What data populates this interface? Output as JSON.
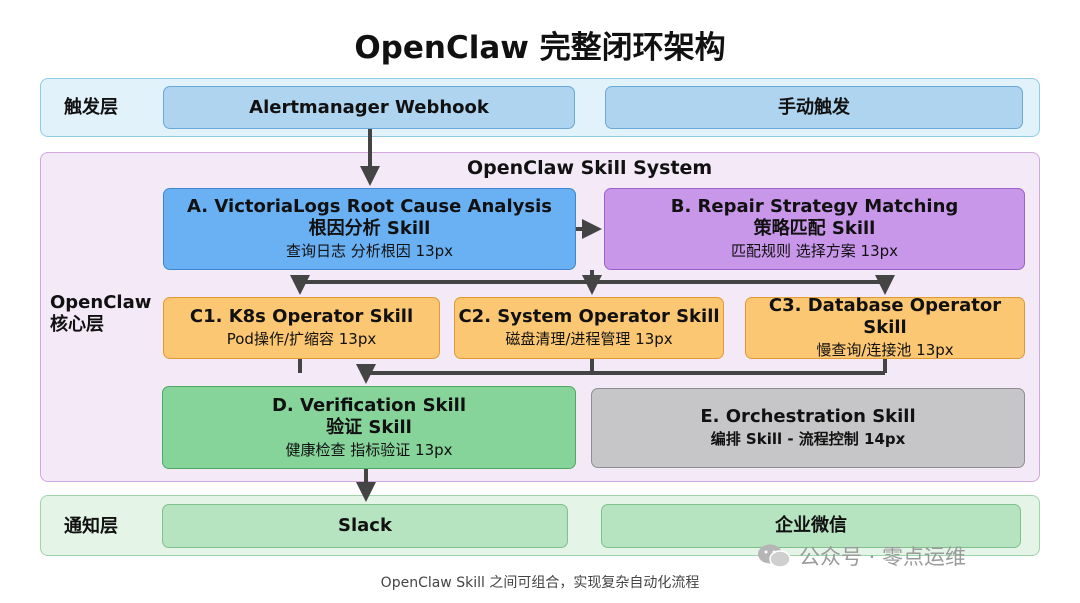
{
  "title": "OpenClaw 完整闭环架构",
  "layers": {
    "trigger": {
      "label": "触发层",
      "boxes": [
        "Alertmanager Webhook",
        "手动触发"
      ]
    },
    "core": {
      "label_line1": "OpenClaw",
      "label_line2": "核心层",
      "header": "OpenClaw Skill System",
      "skill_a": {
        "line1": "A. VictoriaLogs Root Cause Analysis",
        "line2": "根因分析 Skill",
        "line3": "查询日志 分析根因 13px"
      },
      "skill_b": {
        "line1": "B. Repair Strategy Matching",
        "line2": "策略匹配 Skill",
        "line3": "匹配规则 选择方案 13px"
      },
      "skill_c1": {
        "line1": "C1. K8s Operator Skill",
        "line2": "Pod操作/扩缩容 13px"
      },
      "skill_c2": {
        "line1": "C2. System Operator Skill",
        "line2": "磁盘清理/进程管理 13px"
      },
      "skill_c3": {
        "line1": "C3. Database Operator Skill",
        "line2": "慢查询/连接池 13px"
      },
      "skill_d": {
        "line1": "D. Verification Skill",
        "line2": "验证 Skill",
        "line3": "健康检查 指标验证 13px"
      },
      "skill_e": {
        "line1": "E. Orchestration Skill",
        "line2": "编排 Skill - 流程控制 14px"
      }
    },
    "notify": {
      "label": "通知层",
      "boxes": [
        "Slack",
        "企业微信"
      ]
    }
  },
  "caption": "OpenClaw Skill 之间可组合，实现复杂自动化流程",
  "watermark": "公众号 · 零点运维",
  "colors": {
    "trigger_bg": "#e2f2fa",
    "core_bg": "#f4e9f7",
    "notify_bg": "#e4f4e7",
    "skill_a": "#6ab1f4",
    "skill_b": "#c997ea",
    "skill_c": "#fcc772",
    "skill_d": "#86d49a",
    "skill_e": "#c6c6c8",
    "arrow": "#444444"
  }
}
